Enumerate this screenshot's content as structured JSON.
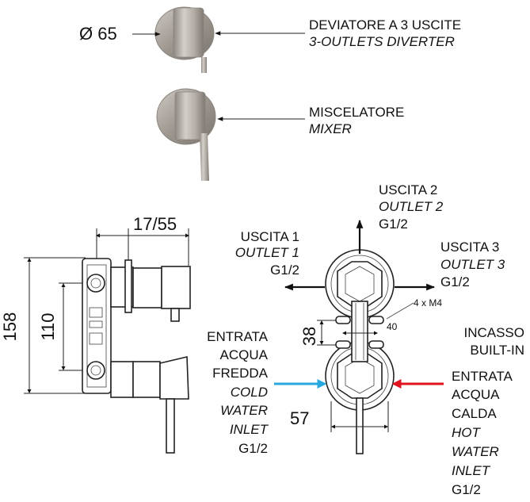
{
  "top": {
    "diameter_label": "Ø 65",
    "diverter": {
      "label_it": "DEVIATORE A 3 USCITE",
      "label_en": "3-OUTLETS DIVERTER"
    },
    "mixer": {
      "label_it": "MISCELATORE",
      "label_en": "MIXER"
    }
  },
  "side_view": {
    "dim_width": "17/55",
    "dim_height": "158",
    "dim_inner": "110"
  },
  "front_view": {
    "outlet1": {
      "it": "USCITA 1",
      "en": "OUTLET 1",
      "size": "G1/2"
    },
    "outlet2": {
      "it": "USCITA 2",
      "en": "OUTLET 2",
      "size": "G1/2"
    },
    "outlet3": {
      "it": "USCITA 3",
      "en": "OUTLET 3",
      "size": "G1/2"
    },
    "screws": "4 x M4",
    "dim_40": "40",
    "dim_38": "38",
    "dim_57": "57",
    "builtin": {
      "it": "INCASSO",
      "en": "BUILT-IN"
    },
    "cold": {
      "l1": "ENTRATA",
      "l2": "ACQUA",
      "l3": "FREDDA",
      "l4": "COLD",
      "l5": "WATER",
      "l6": "INLET",
      "size": "G1/2"
    },
    "hot": {
      "l1": "ENTRATA",
      "l2": "ACQUA",
      "l3": "CALDA",
      "l4": "HOT",
      "l5": "WATER",
      "l6": "INLET",
      "size": "G1/2"
    }
  },
  "colors": {
    "cold_arrow": "#29a8e0",
    "hot_arrow": "#e0141e",
    "metal": "#b3ada6"
  }
}
